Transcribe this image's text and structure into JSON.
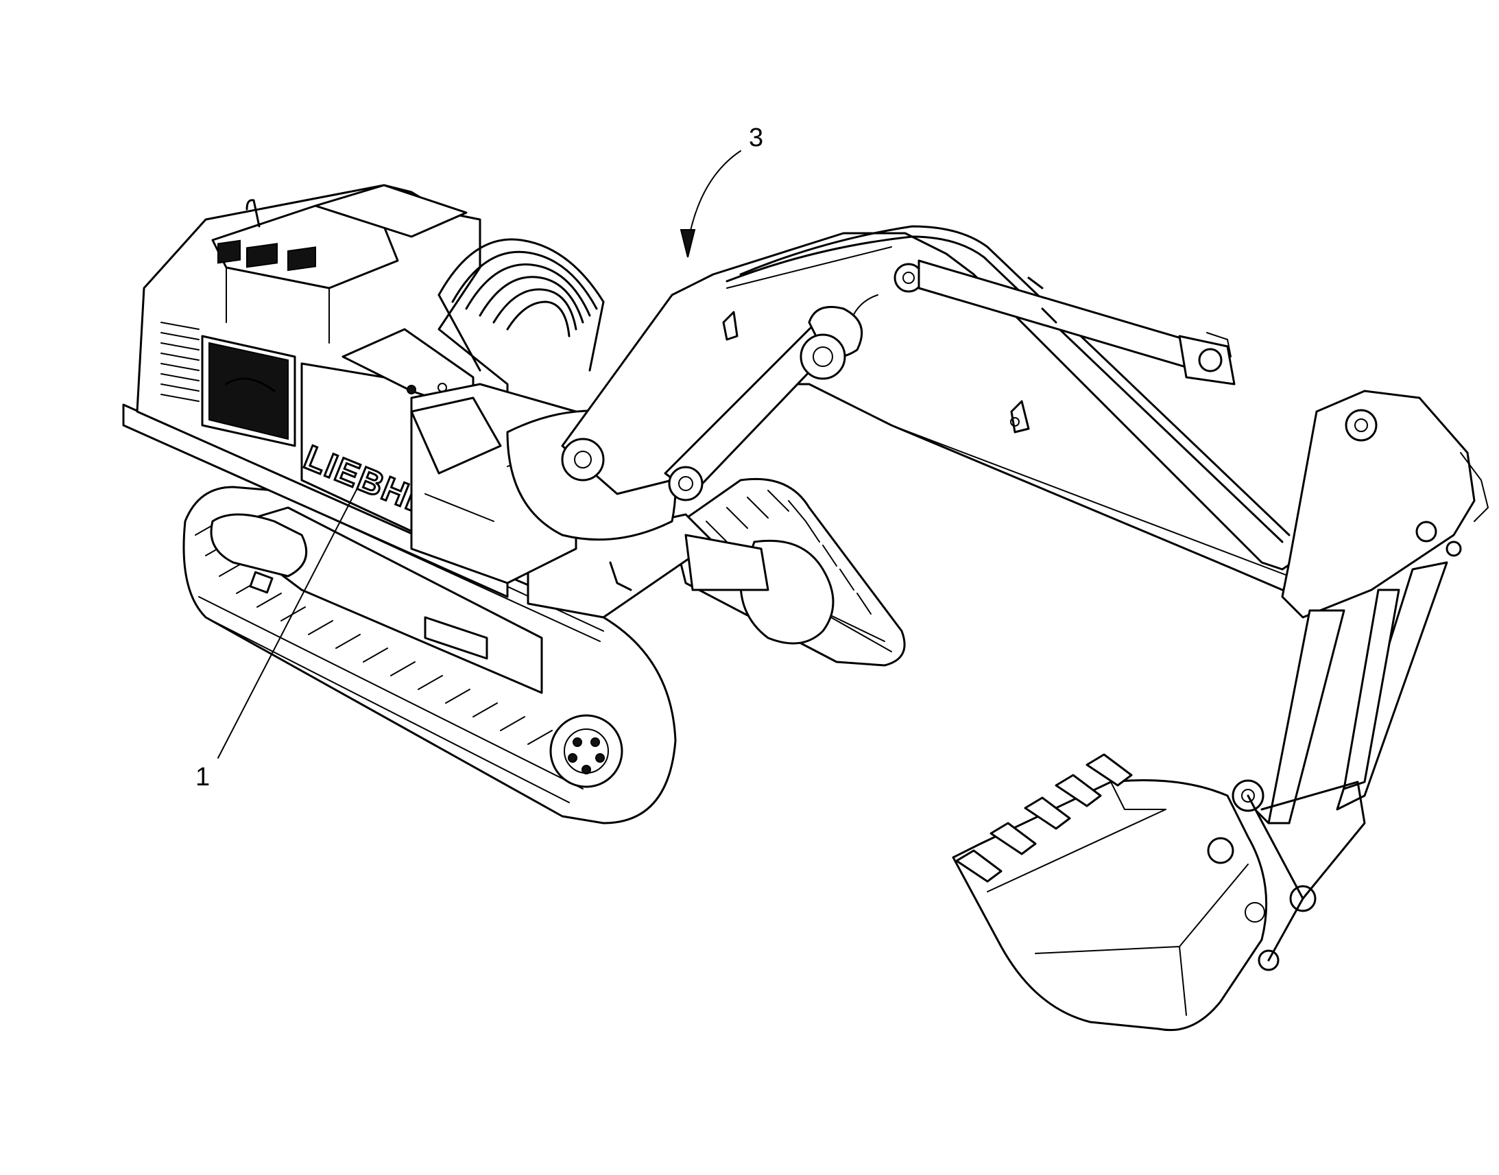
{
  "callouts": [
    {
      "id": "1",
      "label": "1"
    },
    {
      "id": "3",
      "label": "3"
    }
  ],
  "machine": {
    "brand_text": "LIEBHERR"
  },
  "colors": {
    "line": "#000000",
    "background": "#ffffff"
  }
}
